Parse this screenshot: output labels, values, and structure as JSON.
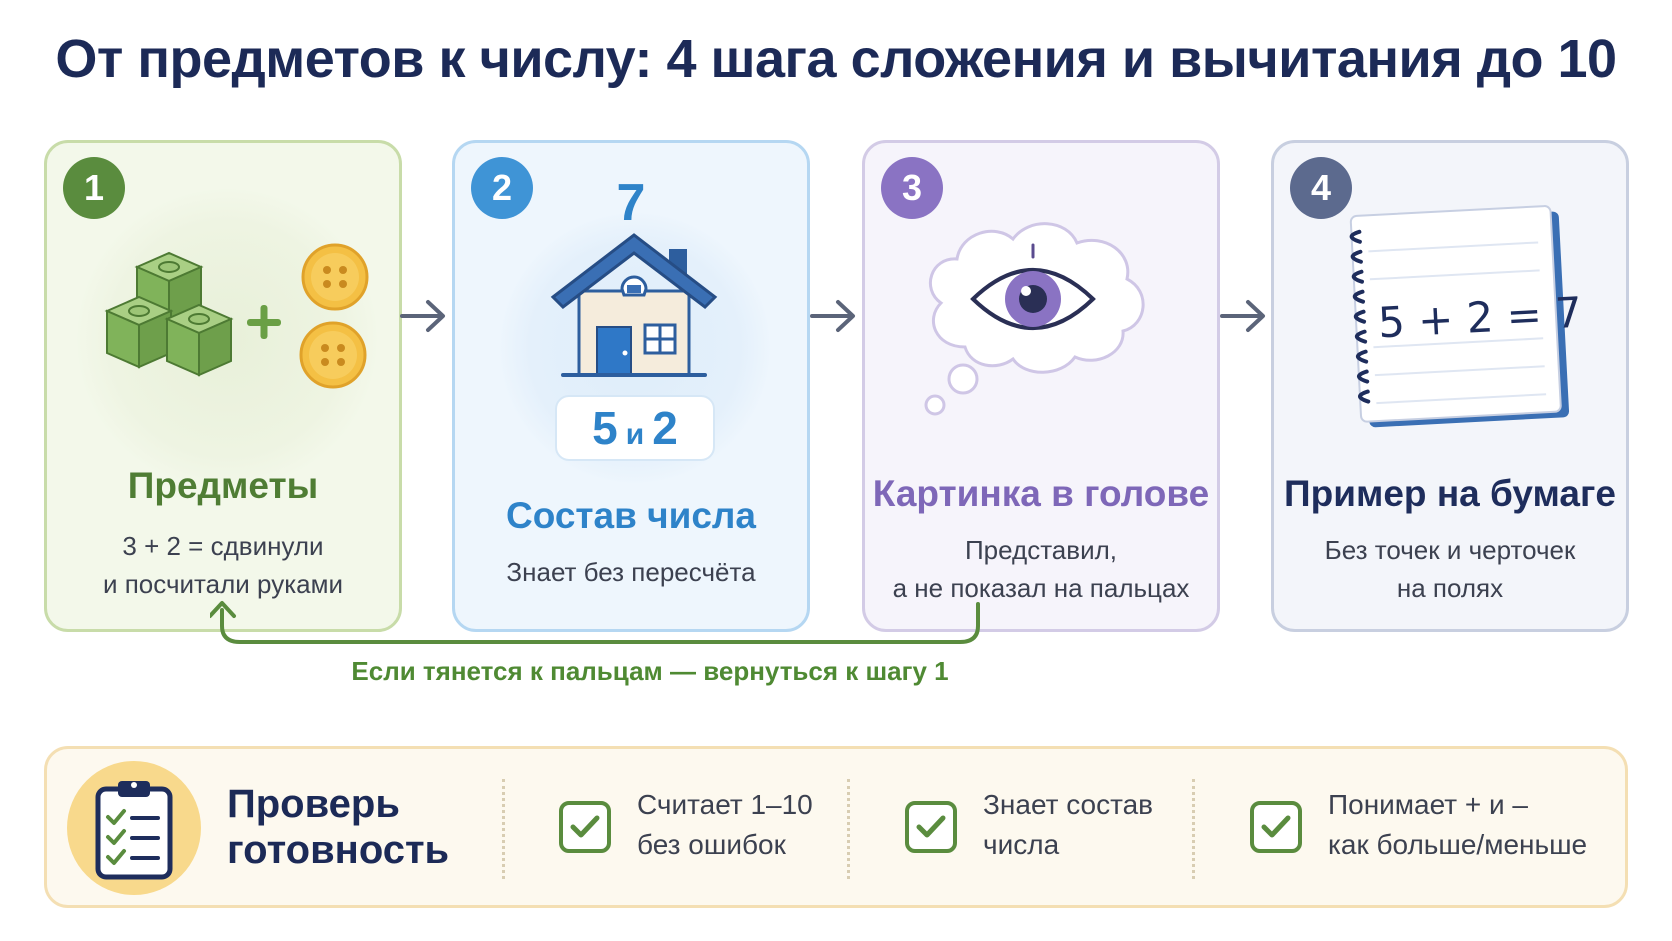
{
  "title": "От предметов к числу: 4 шага сложения и вычитания до 10",
  "steps": [
    {
      "number": "1",
      "heading": "Предметы",
      "text_line1": "3 + 2 = сдвинули",
      "text_line2": "и посчитали руками"
    },
    {
      "number": "2",
      "heading": "Состав числа",
      "text_line1": "Знает без пересчёта",
      "top_number": "7",
      "pill_a": "5",
      "pill_mid": "и",
      "pill_b": "2"
    },
    {
      "number": "3",
      "heading": "Картинка в голове",
      "text_line1": "Представил,",
      "text_line2": "а не показал на пальцах"
    },
    {
      "number": "4",
      "heading": "Пример на бумаге",
      "text_line1": "Без точек и черточек",
      "text_line2": "на полях",
      "equation": "5 + 2 = 7"
    }
  ],
  "loop_label": "Если тянется к пальцам — вернуться к шагу 1",
  "readiness": {
    "title_line1": "Проверь",
    "title_line2": "готовность",
    "items": [
      {
        "line1": "Считает 1–10",
        "line2": "без ошибок"
      },
      {
        "line1": "Знает состав",
        "line2": "числа"
      },
      {
        "line1": "Понимает + и –",
        "line2": "как больше/меньше"
      }
    ]
  },
  "icons": [
    "cubes-icon",
    "buttons-icon",
    "house-icon",
    "thought-eye-icon",
    "notebook-icon",
    "clipboard-icon",
    "checkbox-icon",
    "arrow-right-icon",
    "loop-arrow-icon"
  ],
  "colors": {
    "step1": "#5a8c3e",
    "step2": "#3f94d6",
    "step3": "#8a73c3",
    "step4": "#5c6a8e",
    "title": "#1c2a57"
  }
}
